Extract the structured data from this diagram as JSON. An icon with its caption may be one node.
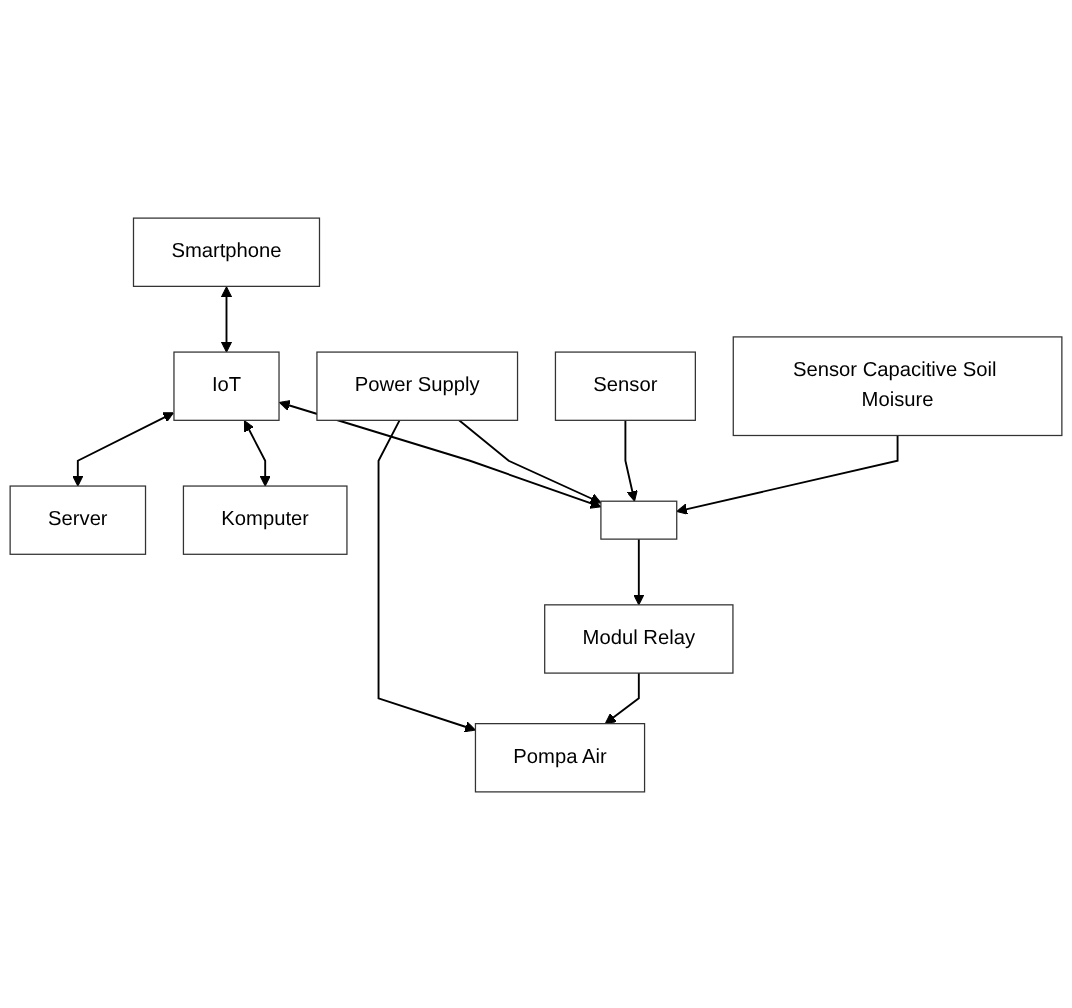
{
  "diagram": {
    "nodes": [
      {
        "text": [
          "Server"
        ]
      },
      {
        "text": [
          "Smartphone"
        ]
      },
      {
        "text": [
          "IoT"
        ]
      },
      {
        "text": [
          "Komputer"
        ]
      },
      {
        "text": [
          "Power Supply"
        ]
      },
      {
        "text": [],
        "shape": "box"
      },
      {
        "text": [
          "Sensor"
        ]
      },
      {
        "text": [
          "Sensor Capacitive Soil Moisure"
        ]
      },
      {
        "text": [
          "Pompa Air"
        ]
      },
      {
        "text": [
          "Modul Relay"
        ]
      }
    ],
    "edges": [
      {
        "from": 2,
        "to": 0,
        "arrow": "both"
      },
      {
        "from": 1,
        "to": 2,
        "arrow": "both"
      },
      {
        "from": 2,
        "to": 3,
        "arrow": "both"
      },
      {
        "from": 2,
        "to": 5,
        "arrow": "both"
      },
      {
        "from": 4,
        "to": 5,
        "arrow": "to"
      },
      {
        "from": 6,
        "to": 5,
        "arrow": "to"
      },
      {
        "from": 7,
        "to": 5,
        "arrow": "to"
      },
      {
        "from": 4,
        "to": 8,
        "arrow": "to"
      },
      {
        "from": 5,
        "to": 9,
        "arrow": "to"
      },
      {
        "from": 9,
        "to": 8,
        "arrow": "to"
      }
    ]
  }
}
